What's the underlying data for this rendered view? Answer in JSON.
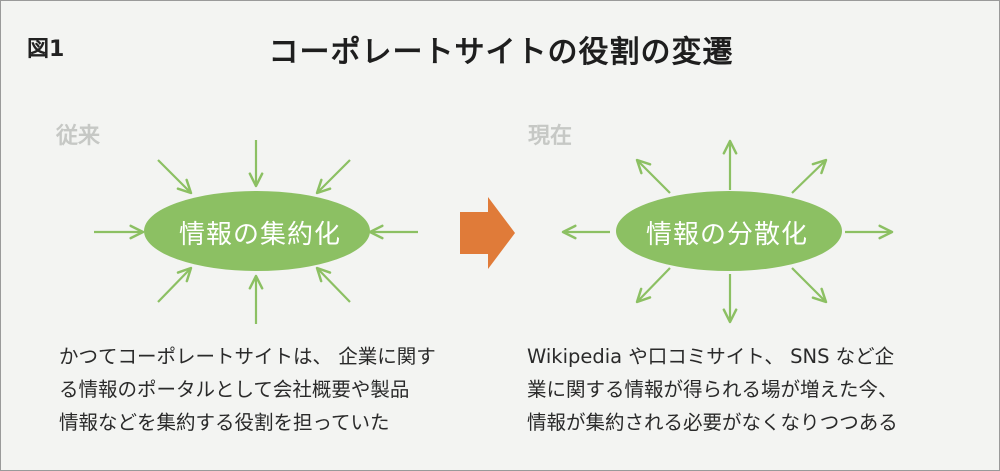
{
  "figure_label": "図1",
  "title": "コーポレートサイトの役割の変遷",
  "left_panel": {
    "label": "従来",
    "ellipse_text": "情報の集約化",
    "description_lines": [
      "かつてコーポレートサイトは、 企業に関す",
      "る情報のポータルとして会社概要や製品",
      "情報などを集約する役割を担っていた"
    ],
    "arrow_direction": "inward"
  },
  "right_panel": {
    "label": "現在",
    "ellipse_text": "情報の分散化",
    "description_lines": [
      "Wikipedia や口コミサイト、 SNS など企",
      "業に関する情報が得られる場が増えた今、",
      "情報が集約される必要がなくなりつつある"
    ],
    "arrow_direction": "outward"
  },
  "colors": {
    "ellipse_fill": "#8cc063",
    "arrow_green": "#8cc063",
    "transition_arrow": "#e07b39",
    "section_label": "#c6c8c5",
    "background": "#f3f4f2"
  }
}
